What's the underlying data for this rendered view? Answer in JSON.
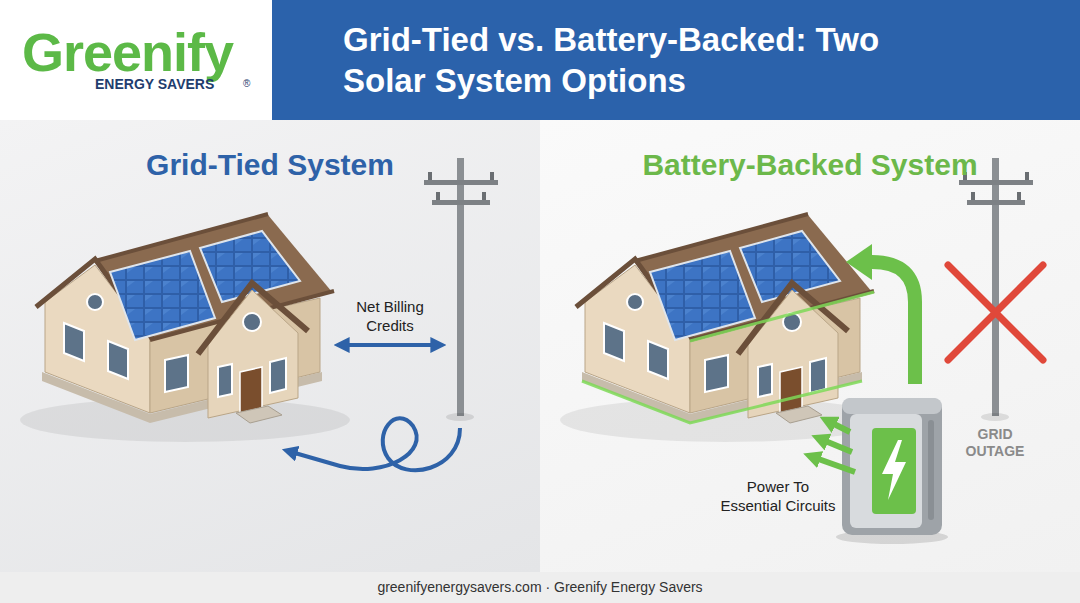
{
  "diagram": {
    "title": "Grid-Tied vs. Battery-Backed: Two Solar System Options",
    "caption": "greenifyenergysavers.com · Greenify Energy Savers",
    "nodes": [
      {
        "text": [
          "Grid-Tied System",
          "Net Billing Credits"
        ]
      },
      {
        "text": [
          "Battery-Backed System",
          "GRID OUTAGE",
          "Power To Essential Circuits"
        ]
      }
    ],
    "labels": [
      "Greenify",
      "ENERGY SAVERS",
      "®"
    ]
  }
}
